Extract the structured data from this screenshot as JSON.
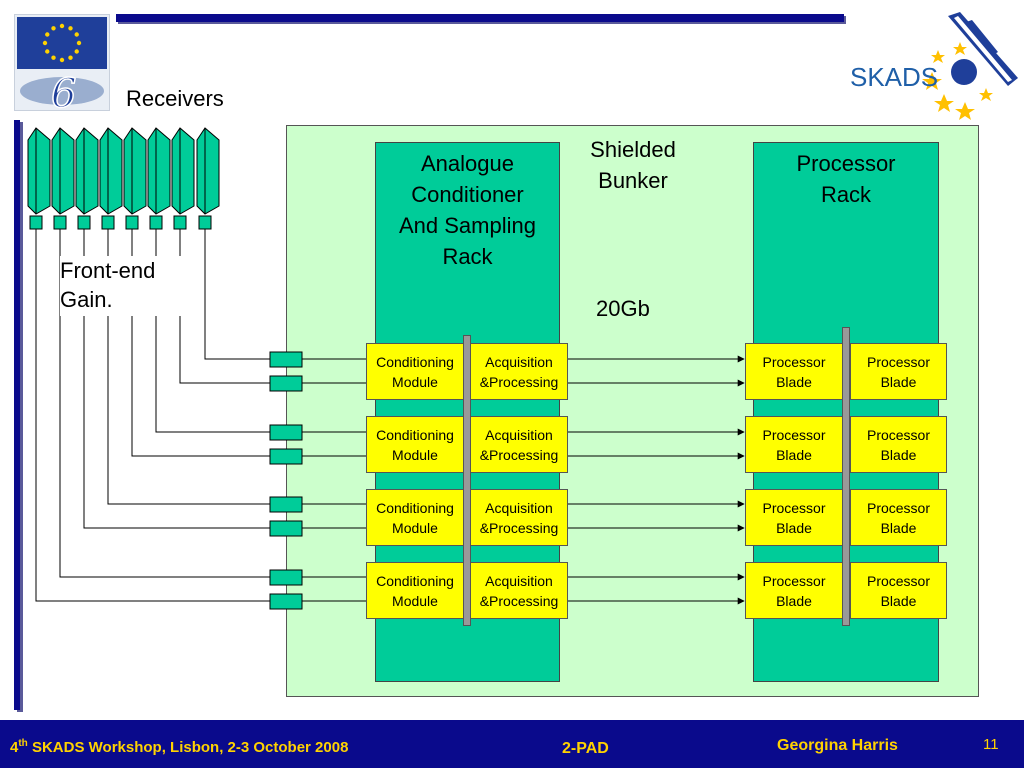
{
  "labels": {
    "receivers": "Receivers",
    "front_end_line1": "Front-end",
    "front_end_line2": "Gain.",
    "shielded_bunker_line1": "Shielded",
    "shielded_bunker_line2": "Bunker",
    "rate": "20Gb"
  },
  "analogue_rack": {
    "title_lines": [
      "Analogue",
      "Conditioner",
      "And Sampling",
      "Rack"
    ]
  },
  "processor_rack": {
    "title_lines": [
      "Processor",
      "Rack"
    ]
  },
  "modules": {
    "conditioning": "Conditioning\nModule",
    "acquisition": "Acquisition\n&Processing",
    "processor_blade": "Processor\nBlade"
  },
  "logo": {
    "skads_text": "SKADS"
  },
  "footer": {
    "workshop_prefix": "4",
    "workshop_sup": "th",
    "workshop_rest": " SKADS Workshop, Lisbon, 2-3 October 2008",
    "center": "2-PAD",
    "author": "Georgina Harris",
    "page": "11"
  },
  "colors": {
    "navy": "#0a0a8c",
    "bunker_fill": "#ccffcc",
    "rack_fill": "#00cc99",
    "module_fill": "#ffff00",
    "footer_text": "#ffd200"
  }
}
